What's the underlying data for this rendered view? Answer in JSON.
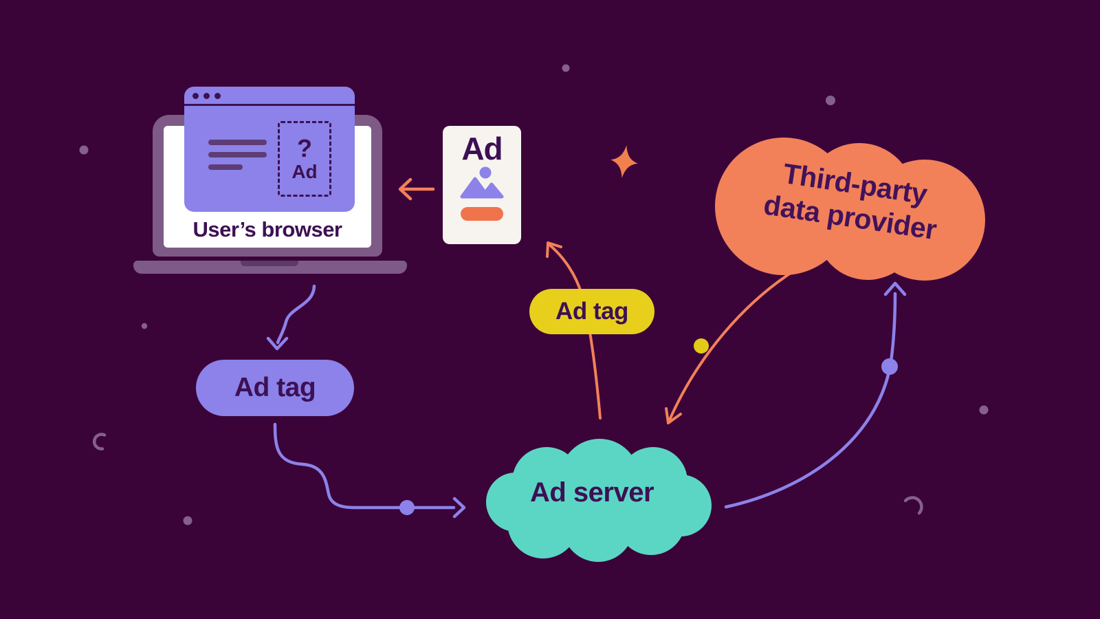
{
  "title": "Ad serving flow diagram",
  "colors": {
    "background": "#3B0439",
    "periwinkle": "#8C82E9",
    "teal": "#5CD6C4",
    "orange": "#F2815A",
    "yellow": "#E7CF1C",
    "dark_purple_text": "#3D1053",
    "muted_purple": "#84608D",
    "card_background": "#F7F4F0"
  },
  "nodes": {
    "browser": {
      "label": "User’s browser",
      "ad_slot_question": "?",
      "ad_slot_label": "Ad"
    },
    "ad_creative": {
      "label": "Ad"
    },
    "ad_tag_request": {
      "label": "Ad tag"
    },
    "ad_tag_response": {
      "label": "Ad tag"
    },
    "ad_server": {
      "label": "Ad server"
    },
    "third_party_provider": {
      "line1": "Third-party",
      "line2": "data provider"
    }
  },
  "icons": {
    "browser_dots": "three-dots",
    "ad_image": "mountain-photo",
    "sparkle": "four-point-star"
  }
}
